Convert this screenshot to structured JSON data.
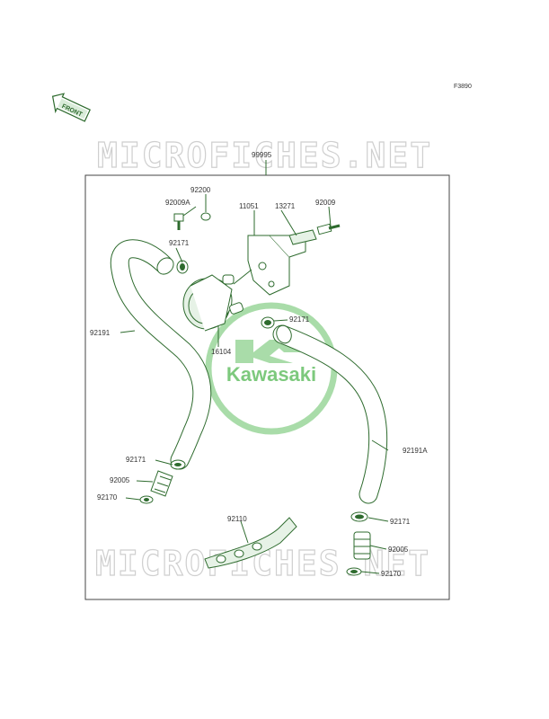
{
  "figure_code": "F3890",
  "front_badge": "FRONT",
  "watermark": "MICROFICHES.NET",
  "logo_text": "Kawasaki",
  "assembly_label": "99995",
  "parts": [
    {
      "id": "92200",
      "label": "92200"
    },
    {
      "id": "92009A",
      "label": "92009A"
    },
    {
      "id": "11051",
      "label": "11051"
    },
    {
      "id": "13271",
      "label": "13271"
    },
    {
      "id": "92009",
      "label": "92009"
    },
    {
      "id": "92171-a",
      "label": "92171"
    },
    {
      "id": "92171-b",
      "label": "92171"
    },
    {
      "id": "16104",
      "label": "16104"
    },
    {
      "id": "92191",
      "label": "92191"
    },
    {
      "id": "92191A",
      "label": "92191A"
    },
    {
      "id": "92171-c",
      "label": "92171"
    },
    {
      "id": "92005-a",
      "label": "92005"
    },
    {
      "id": "92170-a",
      "label": "92170"
    },
    {
      "id": "92110",
      "label": "92110"
    },
    {
      "id": "92171-d",
      "label": "92171"
    },
    {
      "id": "92005-b",
      "label": "92005"
    },
    {
      "id": "92170-b",
      "label": "92170"
    }
  ]
}
